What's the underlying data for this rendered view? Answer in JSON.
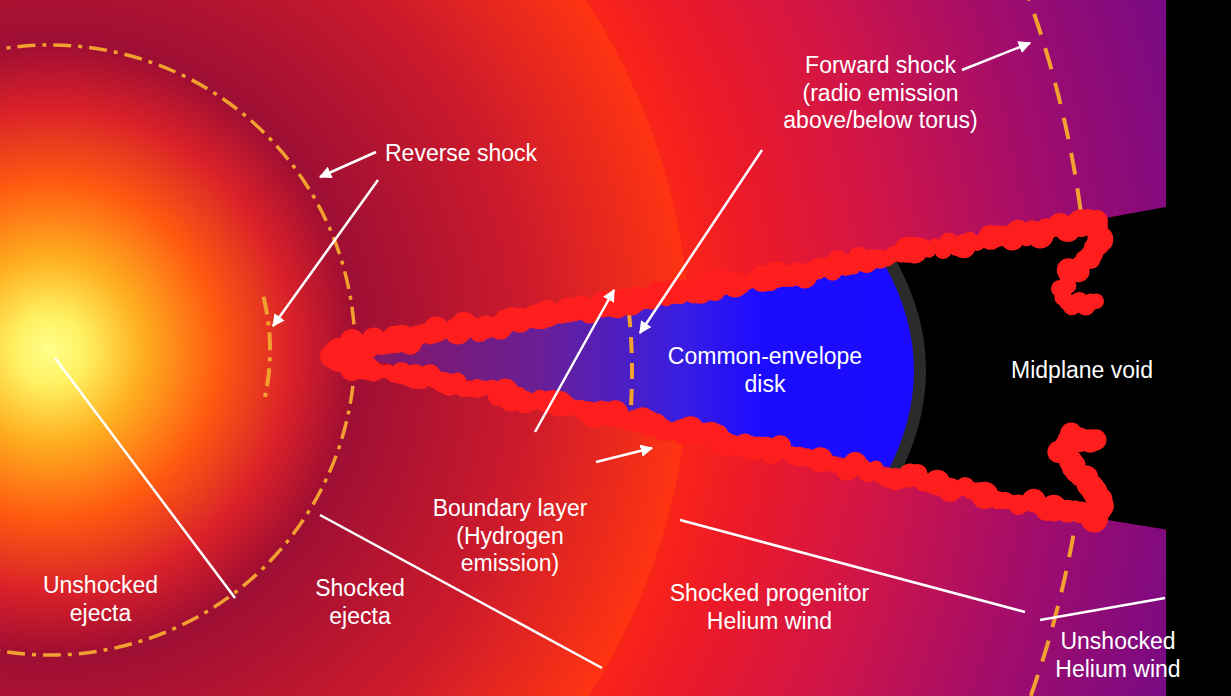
{
  "diagram": {
    "nodes": [
      {
        "text": [
          "Common-envelope disk"
        ]
      },
      {
        "text": [
          "Midplane void"
        ]
      }
    ],
    "labels": [
      "Reverse shock",
      "Forward shock (radio emission above/below torus)",
      "Boundary layer (Hydrogen emission)",
      "Unshocked ejecta",
      "Shocked ejecta",
      "Shocked progenitor Helium wind",
      "Unshocked Helium wind"
    ]
  }
}
